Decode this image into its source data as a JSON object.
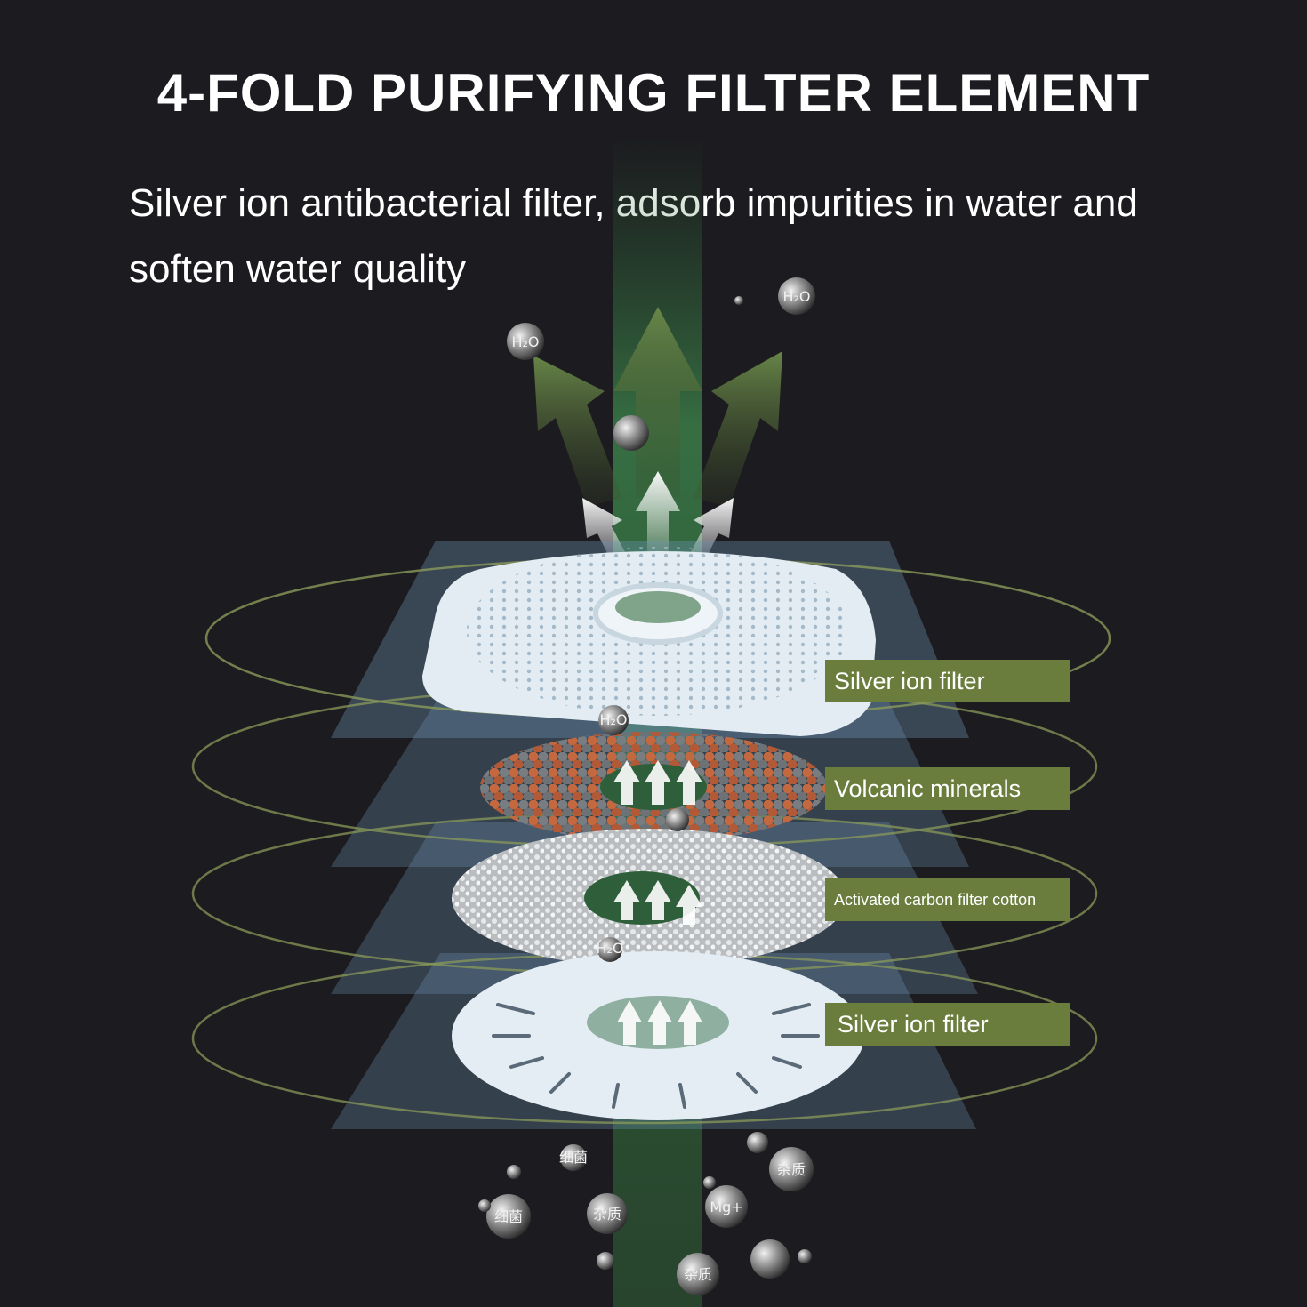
{
  "heading": {
    "title": "4-FOLD PURIFYING FILTER ELEMENT",
    "subtitle": "Silver ion antibacterial filter, adsorb impurities in water and soften water quality"
  },
  "layers": [
    {
      "label": "Silver ion filter",
      "color": "#6a7d3d"
    },
    {
      "label": "Volcanic minerals",
      "color": "#6a7d3d"
    },
    {
      "label": "Activated carbon filter cotton",
      "color": "#6a7d3d"
    },
    {
      "label": "Silver ion filter",
      "color": "#6a7d3d"
    }
  ],
  "molecules": {
    "h2o_top_left": "H₂O",
    "h2o_top_right": "H₂O",
    "h2o_mid": "H₂O",
    "h2o_low": "H₂O",
    "bacteria_1": "细菌",
    "bacteria_2": "细菌",
    "impurity_1": "杂质",
    "impurity_2": "杂质",
    "impurity_3": "杂质",
    "magnesium": "Mg+"
  },
  "colors": {
    "background": "#1c1b1f",
    "label_bg": "#6a7d3d",
    "beam": "#3f7a4a",
    "orbit": "#8a9a5a"
  }
}
